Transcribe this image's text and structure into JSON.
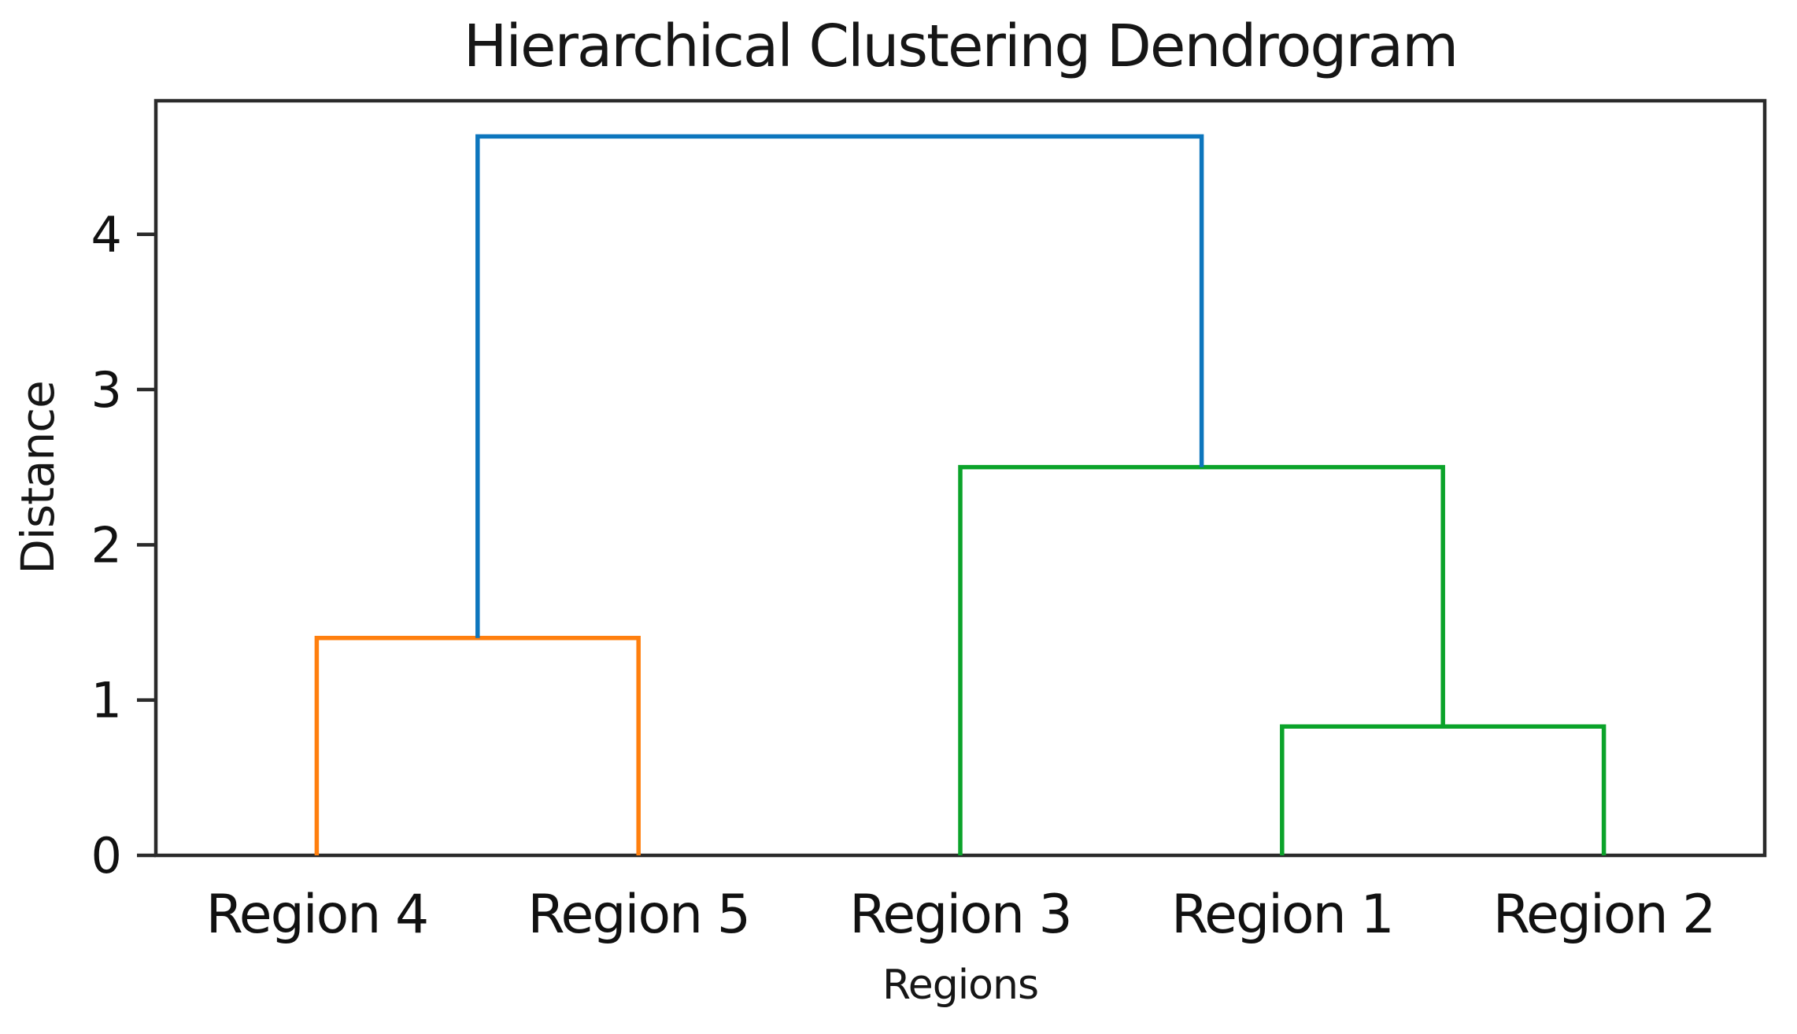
{
  "chart_data": {
    "type": "dendrogram",
    "title": "Hierarchical Clustering Dendrogram",
    "xlabel": "Regions",
    "ylabel": "Distance",
    "leaves": [
      "Region 4",
      "Region 5",
      "Region 3",
      "Region 1",
      "Region 2"
    ],
    "yticks": [
      0,
      1,
      2,
      3,
      4
    ],
    "ylim": [
      0,
      4.86
    ],
    "grid": false,
    "legend": "none",
    "links": [
      {
        "id": "C0",
        "a": "L0",
        "b": "L1",
        "height": 1.4,
        "color_key": "orange",
        "members": [
          "Region 4",
          "Region 5"
        ]
      },
      {
        "id": "C1",
        "a": "L3",
        "b": "L4",
        "height": 0.83,
        "color_key": "green",
        "members": [
          "Region 1",
          "Region 2"
        ]
      },
      {
        "id": "C2",
        "a": "L2",
        "b": "C1",
        "height": 2.5,
        "color_key": "green",
        "members": [
          "Region 3",
          "Region 1",
          "Region 2"
        ]
      },
      {
        "id": "C3",
        "a": "C0",
        "b": "C2",
        "height": 4.63,
        "color_key": "blue",
        "members": [
          "Region 4",
          "Region 5",
          "Region 3",
          "Region 1",
          "Region 2"
        ]
      }
    ],
    "colors": {
      "blue": "#0d76bd",
      "orange": "#ff7f0e",
      "green": "#0ba32a",
      "axis": "#2b2b2b",
      "text": "#111111"
    }
  }
}
